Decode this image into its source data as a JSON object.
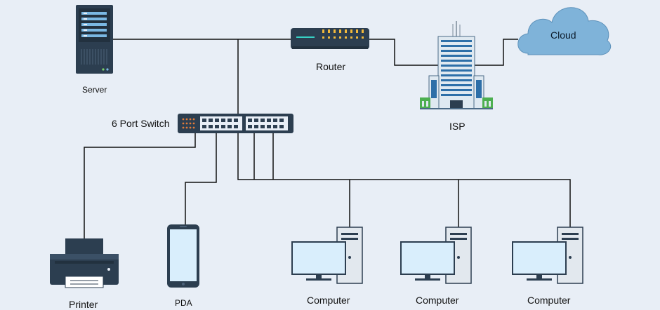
{
  "nodes": {
    "server": "Server",
    "router": "Router",
    "isp": "ISP",
    "cloud": "Cloud",
    "switch": "6 Port Switch",
    "printer": "Printer",
    "pda": "PDA",
    "computer_1": "Computer",
    "computer_2": "Computer",
    "computer_3": "Computer"
  },
  "icons": {
    "server": "server-tower-icon",
    "router": "router-icon",
    "isp": "office-building-icon",
    "cloud": "cloud-icon",
    "switch": "network-switch-icon",
    "printer": "printer-icon",
    "pda": "smartphone-icon",
    "computer": "desktop-computer-icon"
  },
  "colors": {
    "background": "#e8eef6",
    "link": "#111111",
    "device_dark": "#2c3e50",
    "screen": "#d9eefc",
    "cloud": "#7fb3d9",
    "building": "#dfe9f1"
  }
}
